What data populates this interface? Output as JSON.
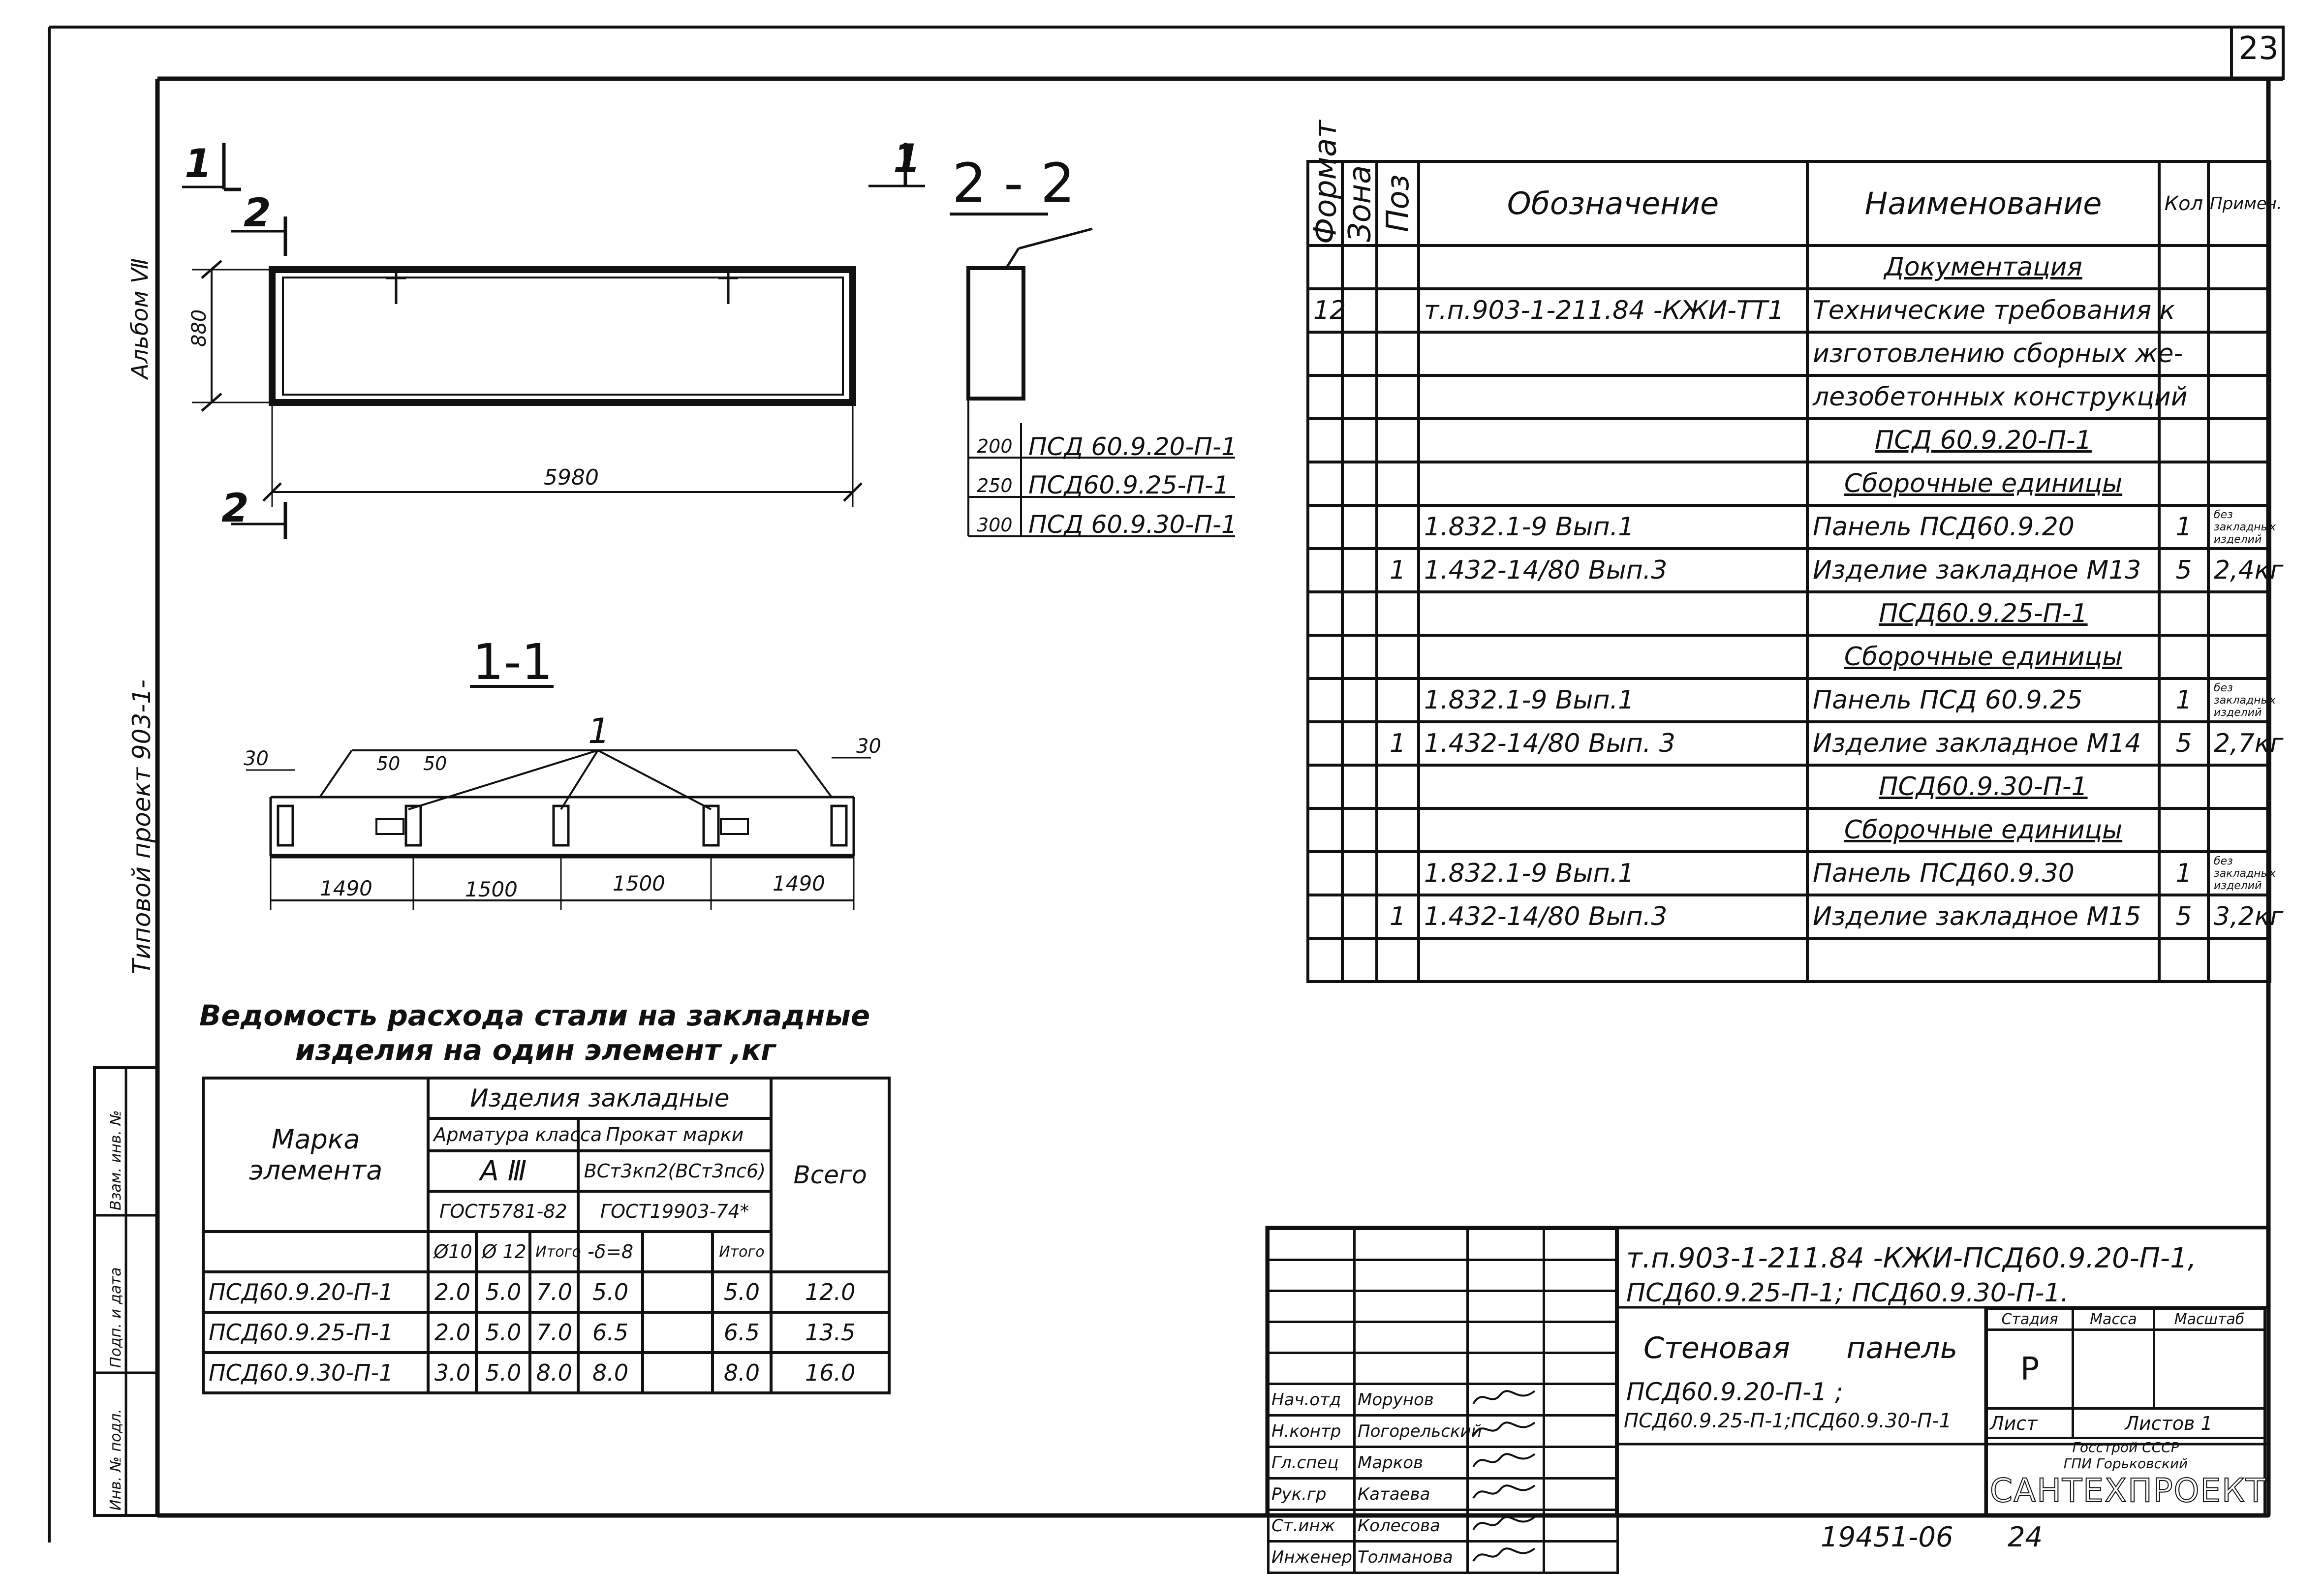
{
  "sheet_number": "23",
  "side_labels": {
    "album": "Альбом Ⅶ",
    "project": "Типовой проект 903-1-",
    "stamp_fields": [
      "Инв. № подл.",
      "Подп. и дата",
      "Взам. инв. №"
    ]
  },
  "views": {
    "elevation": {
      "mark_1": "1",
      "mark_2": "2",
      "height_dim": "880",
      "length_dim": "5980"
    },
    "section_2_2": {
      "title": "2 - 2",
      "options": [
        {
          "thickness": "200",
          "mark": "ПСД 60.9.20-П-1"
        },
        {
          "thickness": "250",
          "mark": "ПСД60.9.25-П-1"
        },
        {
          "thickness": "300",
          "mark": "ПСД 60.9.30-П-1"
        }
      ]
    },
    "section_1_1": {
      "title": "1-1",
      "leader": "1",
      "edge_left": "30",
      "edge_right": "30",
      "gap_a": "50",
      "gap_b": "50",
      "spans": [
        "1490",
        "1500",
        "1500",
        "1490"
      ]
    }
  },
  "spec_table": {
    "headers": {
      "format": "Формат",
      "zone": "Зона",
      "pos": "Поз",
      "designation": "Обозначение",
      "name": "Наименование",
      "qty": "Кол",
      "note": "Примеч."
    },
    "rows": [
      {
        "format": "",
        "pos": "",
        "designation": "",
        "name": "Документация",
        "qty": "",
        "note": "",
        "heading": true
      },
      {
        "format": "12",
        "pos": "",
        "designation": "т.п.903-1-211.84    -КЖИ-ТТ1",
        "name": "Технические требования к",
        "qty": "",
        "note": ""
      },
      {
        "format": "",
        "pos": "",
        "designation": "",
        "name": "изготовлению сборных же-",
        "qty": "",
        "note": ""
      },
      {
        "format": "",
        "pos": "",
        "designation": "",
        "name": "лезобетонных конструкций",
        "qty": "",
        "note": ""
      },
      {
        "format": "",
        "pos": "",
        "designation": "",
        "name": "ПСД 60.9.20-П-1",
        "qty": "",
        "note": "",
        "heading": true
      },
      {
        "format": "",
        "pos": "",
        "designation": "",
        "name": "Сборочные единицы",
        "qty": "",
        "note": "",
        "heading": true
      },
      {
        "format": "",
        "pos": "",
        "designation": "1.832.1-9    Вып.1",
        "name": "Панель ПСД60.9.20",
        "qty": "1",
        "note": "без закладных изделий",
        "small": true
      },
      {
        "format": "",
        "pos": "1",
        "designation": "1.432-14/80   Вып.3",
        "name": "Изделие закладное М13",
        "qty": "5",
        "note": "2,4кг"
      },
      {
        "format": "",
        "pos": "",
        "designation": "",
        "name": "ПСД60.9.25-П-1",
        "qty": "",
        "note": "",
        "heading": true
      },
      {
        "format": "",
        "pos": "",
        "designation": "",
        "name": "Сборочные единицы",
        "qty": "",
        "note": "",
        "heading": true
      },
      {
        "format": "",
        "pos": "",
        "designation": "1.832.1-9   Вып.1",
        "name": "Панель ПСД 60.9.25",
        "qty": "1",
        "note": "без закладных изделий",
        "small": true
      },
      {
        "format": "",
        "pos": "1",
        "designation": "1.432-14/80   Вып. 3",
        "name": "Изделие закладное М14",
        "qty": "5",
        "note": "2,7кг"
      },
      {
        "format": "",
        "pos": "",
        "designation": "",
        "name": "ПСД60.9.30-П-1",
        "qty": "",
        "note": "",
        "heading": true
      },
      {
        "format": "",
        "pos": "",
        "designation": "",
        "name": "Сборочные единицы",
        "qty": "",
        "note": "",
        "heading": true
      },
      {
        "format": "",
        "pos": "",
        "designation": "1.832.1-9   Вып.1",
        "name": "Панель ПСД60.9.30",
        "qty": "1",
        "note": "без закладных изделий",
        "small": true
      },
      {
        "format": "",
        "pos": "1",
        "designation": "1.432-14/80   Вып.3",
        "name": "Изделие закладное М15",
        "qty": "5",
        "note": "3,2кг"
      },
      {
        "format": "",
        "pos": "",
        "designation": "",
        "name": "",
        "qty": "",
        "note": ""
      }
    ]
  },
  "steel_table": {
    "title_line1": "Ведомость расхода стали на закладные",
    "title_line2": "изделия на один элемент ,кг",
    "col_element": "Марка элемента",
    "col_group": "Изделия закладные",
    "col_rebar": "Арматура класса",
    "col_rolled": "Прокат марки",
    "rebar_class": "А Ⅲ",
    "rolled_grade": "ВСт3кп2(ВСт3пс6)",
    "rebar_gost": "ГОСТ5781-82",
    "rolled_gost": "ГОСТ19903-74*",
    "col_total": "Всего",
    "sub": [
      "Ø10",
      "Ø 12",
      "Итого",
      "-δ=8",
      "",
      "Итого"
    ],
    "rows": [
      {
        "mark": "ПСД60.9.20-П-1",
        "d10": "2.0",
        "d12": "5.0",
        "sub1": "7.0",
        "plate": "5.0",
        "blank": "",
        "sub2": "5.0",
        "total": "12.0"
      },
      {
        "mark": "ПСД60.9.25-П-1",
        "d10": "2.0",
        "d12": "5.0",
        "sub1": "7.0",
        "plate": "6.5",
        "blank": "",
        "sub2": "6.5",
        "total": "13.5"
      },
      {
        "mark": "ПСД60.9.30-П-1",
        "d10": "3.0",
        "d12": "5.0",
        "sub1": "8.0",
        "plate": "8.0",
        "blank": "",
        "sub2": "8.0",
        "total": "16.0"
      }
    ]
  },
  "title_block": {
    "code_line1": "т.п.903-1-211.84   -КЖИ-ПСД60.9.20-П-1,",
    "code_line2": "ПСД60.9.25-П-1;   ПСД60.9.30-П-1.",
    "name_line1": "Стеновая      панель",
    "name_line2": "ПСД60.9.20-П-1 ;",
    "name_line3": "ПСД60.9.25-П-1;ПСД60.9.30-П-1",
    "stage_label": "Стадия",
    "mass_label": "Масса",
    "scale_label": "Масштаб",
    "stage_value": "Р",
    "sheet_label": "Лист",
    "sheets_label": "Листов 1",
    "org_line1": "Госстрой СССР",
    "org_line2": "ГПИ  Горьковский",
    "org_logo": "САНТЕХПРОЕКТ",
    "signers": [
      {
        "role": "Нач.отд",
        "name": "Морунов"
      },
      {
        "role": "Н.контр",
        "name": "Погорельский"
      },
      {
        "role": "Гл.спец",
        "name": "Марков"
      },
      {
        "role": "Рук.гр",
        "name": "Катаева"
      },
      {
        "role": "Ст.инж",
        "name": "Колесова"
      },
      {
        "role": "Инженер",
        "name": "Толманова"
      }
    ]
  },
  "footer": {
    "archive_no": "19451-06",
    "page": "24"
  }
}
